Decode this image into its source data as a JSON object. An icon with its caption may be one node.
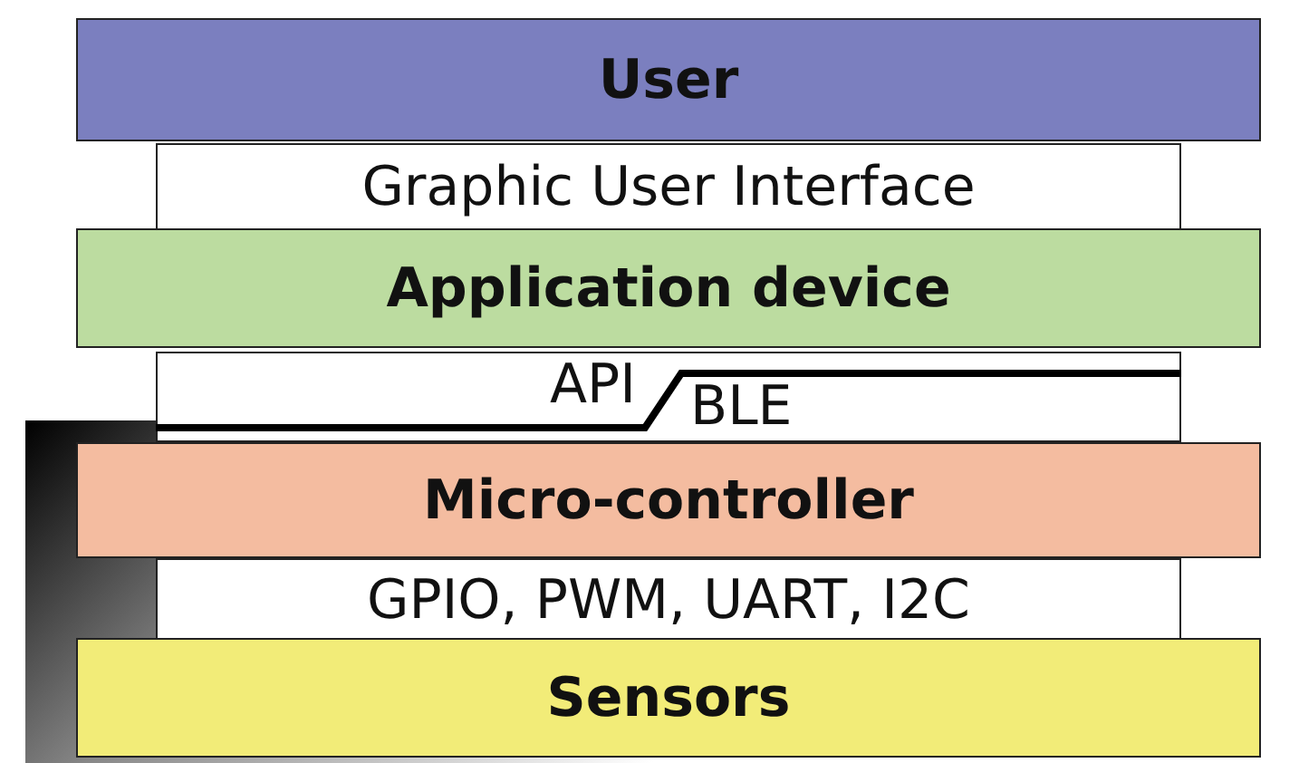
{
  "diagram": {
    "nodes": [
      {
        "text": [
          "User"
        ]
      },
      {
        "text": [
          "Graphic User Interface"
        ]
      },
      {
        "text": [
          "Application device"
        ]
      },
      {
        "text": [
          "API",
          "BLE"
        ]
      },
      {
        "text": [
          "Micro-controller"
        ]
      },
      {
        "text": [
          "GPIO, PWM, UART, I2C"
        ]
      },
      {
        "text": [
          "Sensors"
        ]
      }
    ]
  }
}
